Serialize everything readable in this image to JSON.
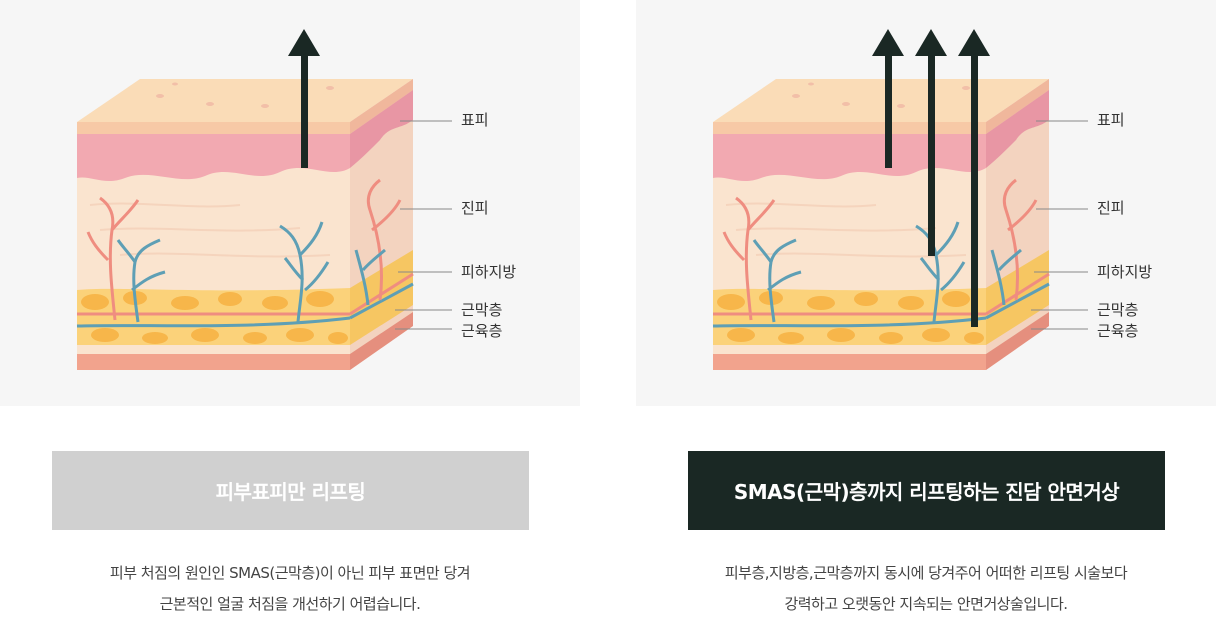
{
  "left": {
    "labels": {
      "epidermis": "표피",
      "dermis": "진피",
      "subcutaneous_fat": "피하지방",
      "fascia": "근막층",
      "muscle": "근육층"
    },
    "caption": "피부표피만 리프팅",
    "description": [
      "피부 처짐의 원인인 SMAS(근막층)이 아닌 피부 표면만 당겨",
      "근본적인 얼굴 처짐을 개선하기 어렵습니다."
    ]
  },
  "right": {
    "labels": {
      "epidermis": "표피",
      "dermis": "진피",
      "subcutaneous_fat": "피하지방",
      "fascia": "근막층",
      "muscle": "근육층"
    },
    "caption": "SMAS(근막)층까지 리프팅하는 진담 안면거상",
    "description": [
      "피부층,지방층,근막층까지 동시에 당겨주어 어떠한 리프팅 시술보다",
      "강력하고 오랫동안 지속되는 안면거상술입니다."
    ]
  },
  "colors": {
    "caption_left_bg": "#d0d0d0",
    "caption_right_bg": "#1a2824",
    "arrow": "#1a2824",
    "figure_bg": "#f6f6f6"
  }
}
